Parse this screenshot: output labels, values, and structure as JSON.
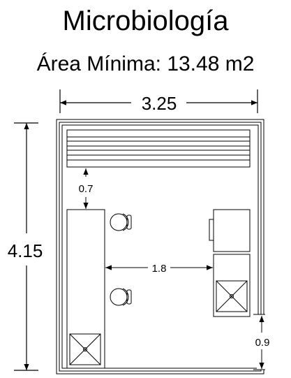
{
  "header": {
    "title": "Microbiología",
    "subtitle": "Área Mínima: 13.48 m2"
  },
  "dimensions": {
    "width": "3.25",
    "length": "4.15",
    "clearance_top": "0.7",
    "clearance_aisle": "1.8",
    "clearance_door": "0.9"
  }
}
